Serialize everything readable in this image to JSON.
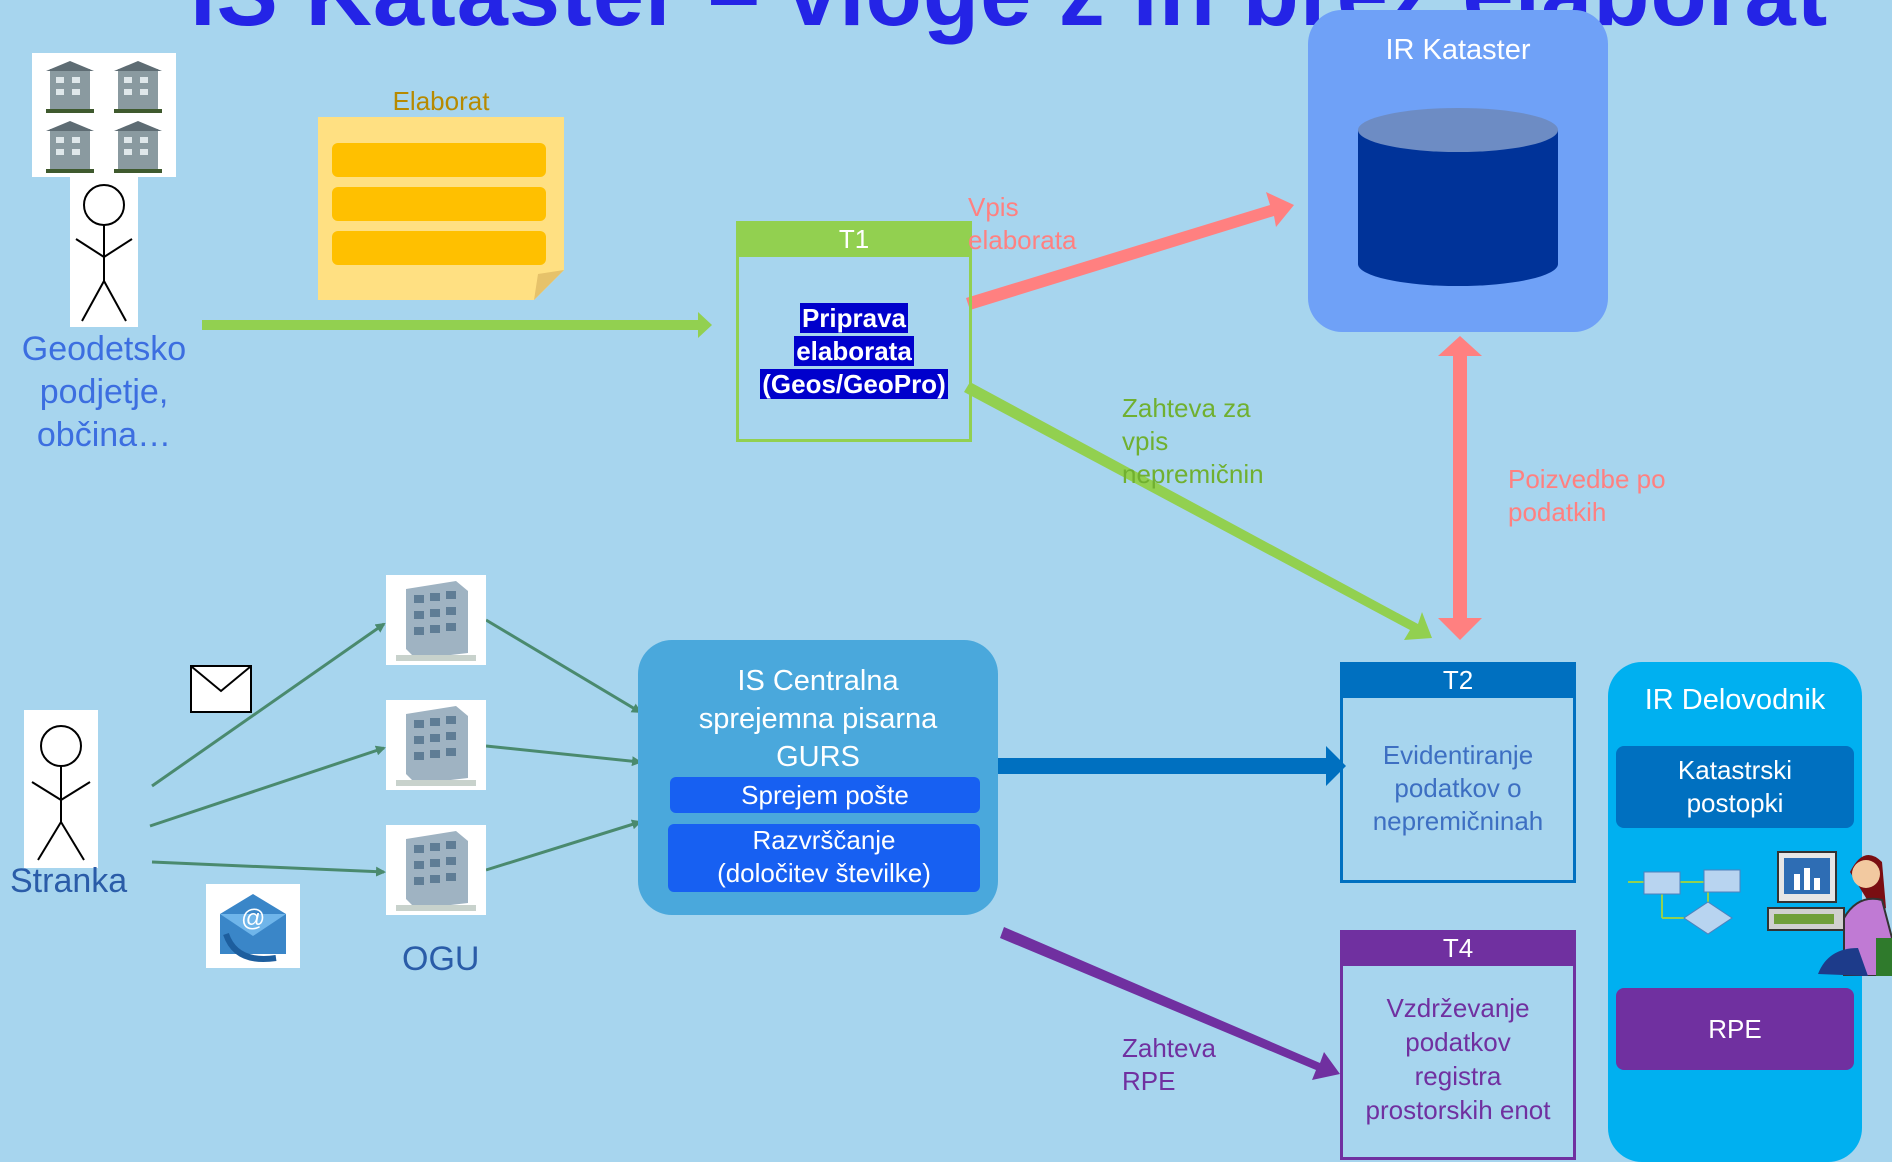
{
  "title": "IS Kataster – vloge z in brez elaborat",
  "geodetsko": {
    "label_lines": [
      "Geodetsko",
      "podjetje,",
      "občina…"
    ]
  },
  "elaborat": {
    "label": "Elaborat"
  },
  "t1": {
    "tag": "T1",
    "lines": [
      "Priprava",
      "elaborata",
      "(Geos/GeoPro)"
    ]
  },
  "ir_kataster": {
    "label": "IR Kataster"
  },
  "arrows": {
    "vpis_lines": [
      "Vpis",
      "elaborata"
    ],
    "zahteva_vpis_lines": [
      "Zahteva za",
      "vpis",
      "nepremičnin"
    ],
    "poizvedbe_lines": [
      "Poizvedbe po",
      "podatkih"
    ],
    "zahteva_rpe_lines": [
      "Zahteva",
      "RPE"
    ]
  },
  "stranka": {
    "label": "Stranka"
  },
  "ogu": {
    "label": "OGU"
  },
  "is_centralna": {
    "title_lines": [
      "IS Centralna",
      "sprejemna pisarna",
      "GURS"
    ],
    "sprejem": "Sprejem pošte",
    "razvrscanje_lines": [
      "Razvrščanje",
      "(določitev številke)"
    ]
  },
  "t2": {
    "tag": "T2",
    "lines": [
      "Evidentiranje",
      "podatkov o",
      "nepremičninah"
    ]
  },
  "t4": {
    "tag": "T4",
    "lines": [
      "Vzdrževanje",
      "podatkov",
      "registra",
      "prostorskih enot"
    ]
  },
  "ir_delovodnik": {
    "label": "IR Delovodnik",
    "katastrski_lines": [
      "Katastrski",
      "postopki"
    ],
    "rpe": "RPE"
  },
  "colors": {
    "background": "#a7d5ee",
    "green": "#92d050",
    "salmon": "#ff8080",
    "blue": "#0070c0",
    "purple": "#7030a0",
    "ir_kataster_bg": "#6fa1f7",
    "db": "#003399"
  }
}
